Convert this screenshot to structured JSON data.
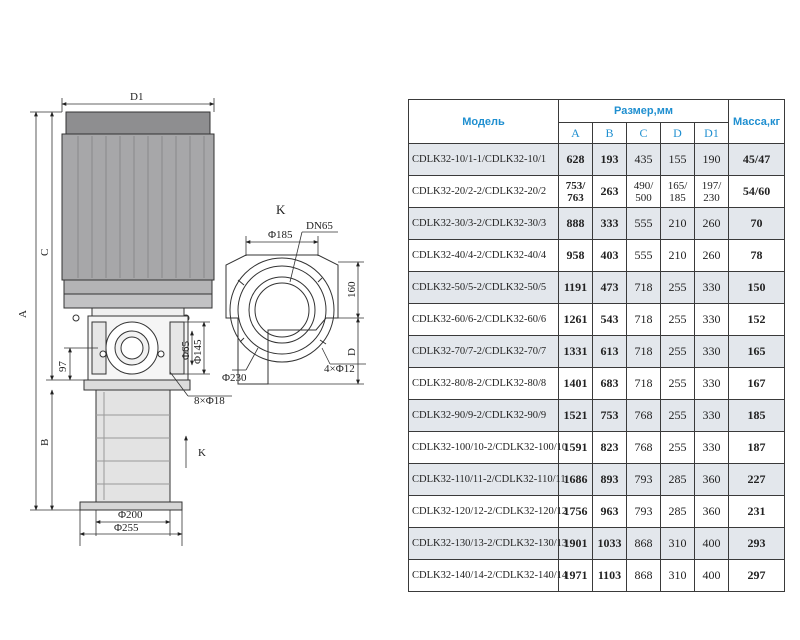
{
  "drawing": {
    "labels": {
      "D1": "D1",
      "C": "C",
      "A": "A",
      "B": "B",
      "D": "D",
      "K_top": "K",
      "K_side": "K",
      "n97": "97",
      "phi65": "Φ65",
      "phi145": "Φ145",
      "flange_holes": "8×Φ18",
      "phi200": "Φ200",
      "phi255": "Φ255",
      "phi185": "Φ185",
      "dn65": "DN65",
      "n160": "160",
      "phi230": "Φ230",
      "base_holes": "4×Φ12"
    }
  },
  "table": {
    "headers": {
      "model": "Модель",
      "size": "Размер,мм",
      "mass": "Масса,кг",
      "cols": [
        "A",
        "B",
        "C",
        "D",
        "D1"
      ]
    },
    "rows": [
      {
        "model": "CDLK32-10/1-1/CDLK32-10/1",
        "a": "628",
        "b": "193",
        "c": "435",
        "d": "155",
        "d1": "190",
        "mass": "45/47"
      },
      {
        "model": "CDLK32-20/2-2/CDLK32-20/2",
        "a": "753/763",
        "b": "263",
        "c": "490/500",
        "d": "165/185",
        "d1": "197/230",
        "mass": "54/60"
      },
      {
        "model": "CDLK32-30/3-2/CDLK32-30/3",
        "a": "888",
        "b": "333",
        "c": "555",
        "d": "210",
        "d1": "260",
        "mass": "70"
      },
      {
        "model": "CDLK32-40/4-2/CDLK32-40/4",
        "a": "958",
        "b": "403",
        "c": "555",
        "d": "210",
        "d1": "260",
        "mass": "78"
      },
      {
        "model": "CDLK32-50/5-2/CDLK32-50/5",
        "a": "1191",
        "b": "473",
        "c": "718",
        "d": "255",
        "d1": "330",
        "mass": "150"
      },
      {
        "model": "CDLK32-60/6-2/CDLK32-60/6",
        "a": "1261",
        "b": "543",
        "c": "718",
        "d": "255",
        "d1": "330",
        "mass": "152"
      },
      {
        "model": "CDLK32-70/7-2/CDLK32-70/7",
        "a": "1331",
        "b": "613",
        "c": "718",
        "d": "255",
        "d1": "330",
        "mass": "165"
      },
      {
        "model": "CDLK32-80/8-2/CDLK32-80/8",
        "a": "1401",
        "b": "683",
        "c": "718",
        "d": "255",
        "d1": "330",
        "mass": "167"
      },
      {
        "model": "CDLK32-90/9-2/CDLK32-90/9",
        "a": "1521",
        "b": "753",
        "c": "768",
        "d": "255",
        "d1": "330",
        "mass": "185"
      },
      {
        "model": "CDLK32-100/10-2/CDLK32-100/10",
        "a": "1591",
        "b": "823",
        "c": "768",
        "d": "255",
        "d1": "330",
        "mass": "187"
      },
      {
        "model": "CDLK32-110/11-2/CDLK32-110/11",
        "a": "1686",
        "b": "893",
        "c": "793",
        "d": "285",
        "d1": "360",
        "mass": "227"
      },
      {
        "model": "CDLK32-120/12-2/CDLK32-120/12",
        "a": "1756",
        "b": "963",
        "c": "793",
        "d": "285",
        "d1": "360",
        "mass": "231"
      },
      {
        "model": "CDLK32-130/13-2/CDLK32-130/13",
        "a": "1901",
        "b": "1033",
        "c": "868",
        "d": "310",
        "d1": "400",
        "mass": "293"
      },
      {
        "model": "CDLK32-140/14-2/CDLK32-140/14",
        "a": "1971",
        "b": "1103",
        "c": "868",
        "d": "310",
        "d1": "400",
        "mass": "297"
      }
    ]
  },
  "colors": {
    "header_text": "#1f8fd0",
    "row_shade": "#e3e7ec",
    "motor_fill": "#a7a7a9",
    "line": "#333333"
  }
}
